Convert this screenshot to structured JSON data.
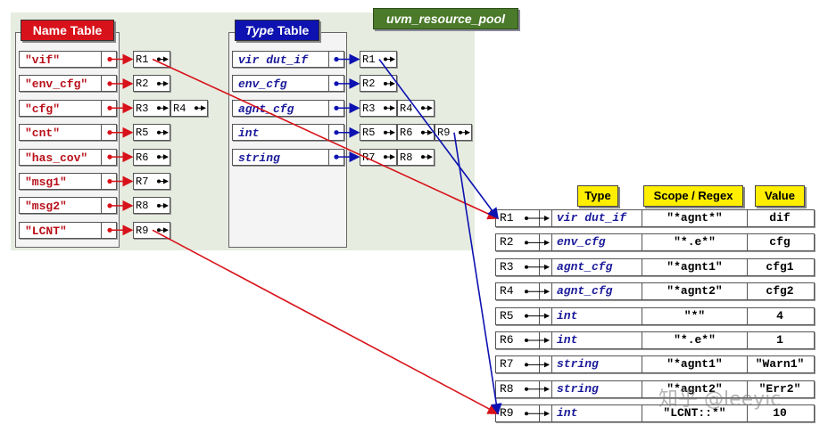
{
  "pool_title": "uvm_resource_pool",
  "name_table": {
    "title": "Name Table",
    "rows": [
      {
        "key": "\"vif\"",
        "refs": [
          "R1"
        ]
      },
      {
        "key": "\"env_cfg\"",
        "refs": [
          "R2"
        ]
      },
      {
        "key": "\"cfg\"",
        "refs": [
          "R3",
          "R4"
        ]
      },
      {
        "key": "\"cnt\"",
        "refs": [
          "R5"
        ]
      },
      {
        "key": "\"has_cov\"",
        "refs": [
          "R6"
        ]
      },
      {
        "key": "\"msg1\"",
        "refs": [
          "R7"
        ]
      },
      {
        "key": "\"msg2\"",
        "refs": [
          "R8"
        ]
      },
      {
        "key": "\"LCNT\"",
        "refs": [
          "R9"
        ]
      }
    ]
  },
  "type_table": {
    "title_italic": "Type",
    "title_rest": " Table",
    "rows": [
      {
        "key": "vir dut_if",
        "refs": [
          "R1"
        ]
      },
      {
        "key": "env_cfg",
        "refs": [
          "R2"
        ]
      },
      {
        "key": "agnt_cfg",
        "refs": [
          "R3",
          "R4"
        ]
      },
      {
        "key": "int",
        "refs": [
          "R5",
          "R6",
          "R9"
        ]
      },
      {
        "key": "string",
        "refs": [
          "R7",
          "R8"
        ]
      }
    ]
  },
  "resource_headers": {
    "type": "Type",
    "scope": "Scope / Regex",
    "value": "Value"
  },
  "resources": [
    {
      "id": "R1",
      "type": "vir dut_if",
      "scope": "\"*agnt*\"",
      "value": "dif"
    },
    {
      "id": "R2",
      "type": "env_cfg",
      "scope": "\"*.e*\"",
      "value": "cfg"
    },
    {
      "id": "R3",
      "type": "agnt_cfg",
      "scope": "\"*agnt1\"",
      "value": "cfg1"
    },
    {
      "id": "R4",
      "type": "agnt_cfg",
      "scope": "\"*agnt2\"",
      "value": "cfg2"
    },
    {
      "id": "R5",
      "type": "int",
      "scope": "\"*\"",
      "value": "4"
    },
    {
      "id": "R6",
      "type": "int",
      "scope": "\"*.e*\"",
      "value": "1"
    },
    {
      "id": "R7",
      "type": "string",
      "scope": "\"*agnt1\"",
      "value": "\"Warn1\""
    },
    {
      "id": "R8",
      "type": "string",
      "scope": "\"*agnt2\"",
      "value": "\"Err2\""
    },
    {
      "id": "R9",
      "type": "int",
      "scope": "\"LCNT::*\"",
      "value": "10"
    }
  ],
  "watermark": "知乎 @leeyic",
  "colors": {
    "name_link": "#d8121a",
    "type_link": "#0d12b0",
    "pool_bg": "#e6ece0",
    "header": "#ffee00"
  }
}
